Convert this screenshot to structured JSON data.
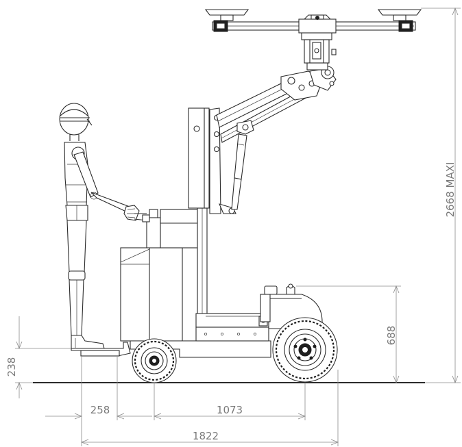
{
  "dimensions": {
    "height_max": "2668 MAXI",
    "height_platform": "688",
    "height_foot": "238",
    "width_front": "258",
    "width_wheelbase": "1073",
    "width_total": "1822"
  },
  "colors": {
    "line": "#2b2b2b",
    "dimension": "#8a8a8a",
    "dimension_text": "#7a7a7a"
  }
}
